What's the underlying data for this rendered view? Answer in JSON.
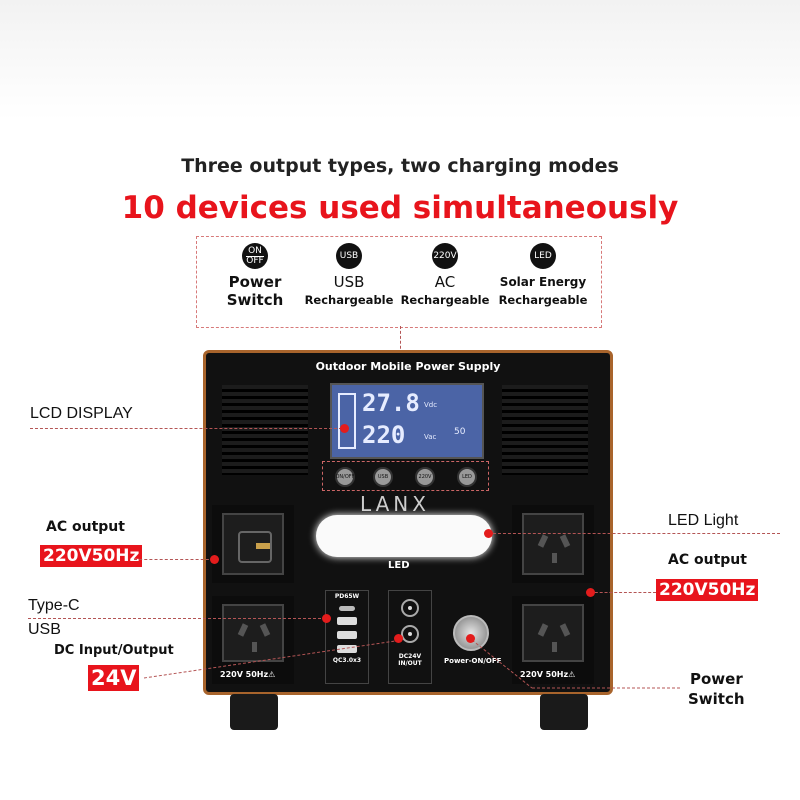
{
  "headline": "Three output types, two charging modes",
  "subheadline": "10 devices used simultaneously",
  "legend": [
    {
      "icon": "on-off-icon",
      "icon_text_top": "ON",
      "icon_text_bottom": "OFF",
      "line1": "Power",
      "line2": "Switch"
    },
    {
      "icon": "usb-icon",
      "icon_text": "USB",
      "line1": "USB",
      "line2": "Rechargeable"
    },
    {
      "icon": "ac-220v-icon",
      "icon_text": "220V",
      "line1": "AC",
      "line2": "Rechargeable"
    },
    {
      "icon": "led-icon",
      "icon_text": "LED",
      "line1": "Solar Energy",
      "line2": "Rechargeable"
    }
  ],
  "device": {
    "title": "Outdoor Mobile Power Supply",
    "lcd_top": "27.8",
    "lcd_top_unit": "Vdc",
    "lcd_bottom": "220",
    "lcd_bottom_unit": "Vac",
    "lcd_right": "50",
    "buttons": [
      "ON/OFF",
      "USB",
      "220V",
      "LED"
    ],
    "logo": "LANX",
    "led_label": "LED",
    "pd_label": "PD65W",
    "qc_label": "QC3.0x3",
    "dc_label_1": "DC24V",
    "dc_label_2": "IN/OUT",
    "power_label": "Power-ON/OFF",
    "socket_left_label": "220V 50Hz⚠",
    "socket_right_label": "220V 50Hz⚠"
  },
  "callouts": {
    "lcd_display": "LCD DISPLAY",
    "ac_output_left_title": "AC output",
    "ac_output_left_value": "220V50Hz",
    "type_c": "Type-C",
    "usb": "USB",
    "dc_title": "DC Input/Output",
    "dc_value": "24V",
    "led_light": "LED Light",
    "ac_output_right_title": "AC output",
    "ac_output_right_value": "220V50Hz",
    "power_switch_1": "Power",
    "power_switch_2": "Switch"
  },
  "colors": {
    "accent_red": "#e8141c",
    "device_body": "#111111",
    "device_trim": "#a8642c",
    "lcd": "#4b64a6"
  }
}
